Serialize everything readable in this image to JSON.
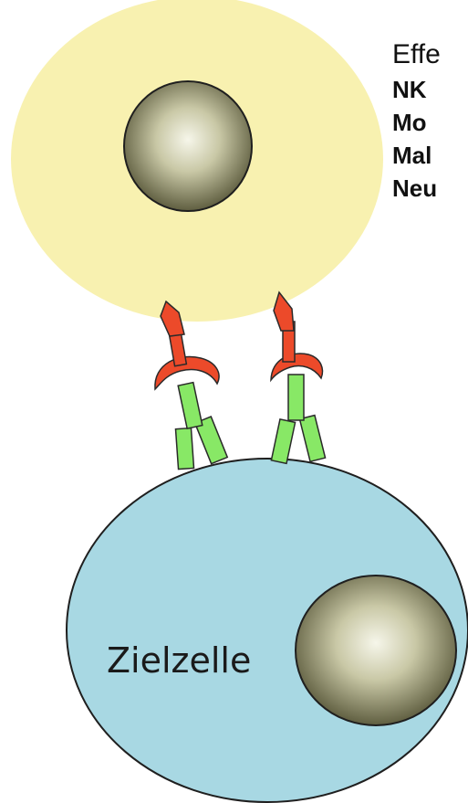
{
  "effector_cell": {
    "title": "Effe",
    "cell_types": [
      "NK",
      "Mo",
      "Mal",
      "Neu"
    ]
  },
  "target_cell": {
    "label": "Zielzelle"
  },
  "colors": {
    "effector_cell_fill": "#f8f1b0",
    "target_cell_fill": "#a8d8e3",
    "nucleus_light": "#f5f5e8",
    "nucleus_dark": "#6b6a4a",
    "antibody_green": "#88e866",
    "receptor_red": "#ec4a2a",
    "outline": "#1f1f1f"
  }
}
